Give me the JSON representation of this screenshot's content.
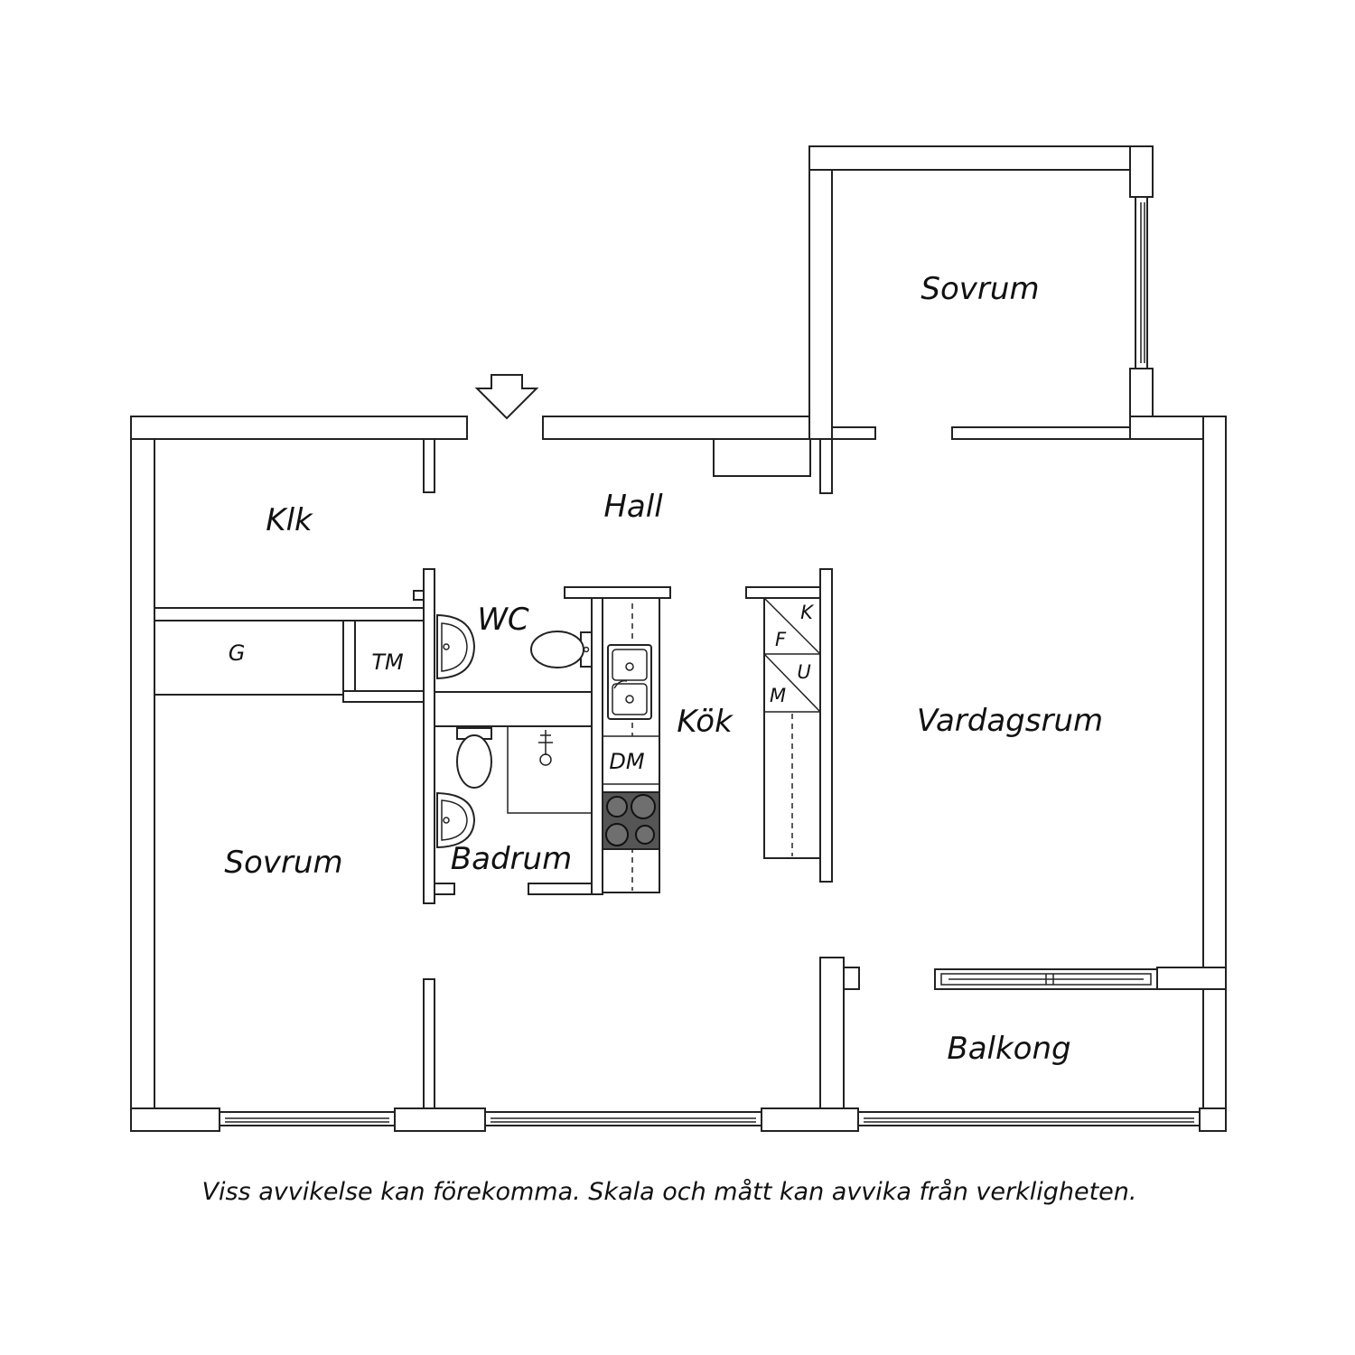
{
  "rooms": {
    "sovrum_top": "Sovrum",
    "klk": "Klk",
    "hall": "Hall",
    "wc": "WC",
    "g": "G",
    "tm": "TM",
    "kok": "Kök",
    "dm": "DM",
    "vardagsrum": "Vardagsrum",
    "sovrum_left": "Sovrum",
    "badrum": "Badrum",
    "balkong": "Balkong"
  },
  "appliances": {
    "k": "K",
    "f": "F",
    "u": "U",
    "m": "M"
  },
  "footer": {
    "disclaimer": "Viss avvikelse kan förekomma. Skala och mått kan avvika från verkligheten."
  }
}
